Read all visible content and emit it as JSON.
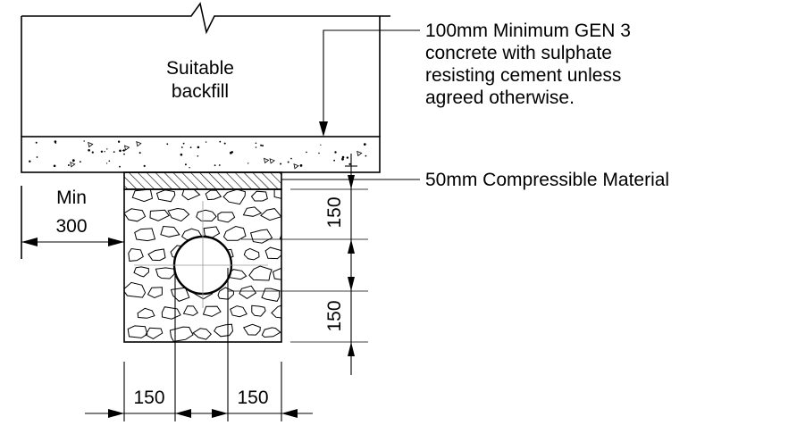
{
  "labels": {
    "backfill_line1": "Suitable",
    "backfill_line2": "backfill",
    "concrete_line1": "100mm Minimum GEN 3",
    "concrete_line2": "concrete with sulphate",
    "concrete_line3": "resisting cement unless",
    "concrete_line4": "agreed otherwise.",
    "compressible": "50mm Compressible Material",
    "min_line1": "Min",
    "min_line2": "300"
  },
  "dimensions": {
    "vertical_top": "150",
    "vertical_bottom": "150",
    "horizontal_left": "150",
    "horizontal_right": "150"
  }
}
